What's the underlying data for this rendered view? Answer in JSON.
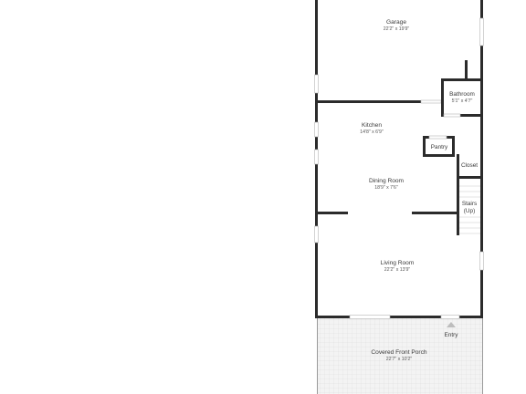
{
  "colors": {
    "wall": "#2b2b2b",
    "background": "#ffffff",
    "porch_fill": "#f2f2f2",
    "window": "#b4b4b4"
  },
  "icons": {
    "entry": "entry-arrow-icon"
  },
  "rooms": {
    "garage": {
      "name": "Garage",
      "dims": "22'2\" x 19'9\""
    },
    "bathroom": {
      "name": "Bathroom",
      "dims": "5'1\" x 4'7\""
    },
    "kitchen": {
      "name": "Kitchen",
      "dims": "14'8\" x 6'9\""
    },
    "pantry": {
      "name": "Pantry"
    },
    "closet": {
      "name": "Closet"
    },
    "dining": {
      "name": "Dining Room",
      "dims": "18'9\" x 7'6\""
    },
    "stairs": {
      "name_line1": "Stairs",
      "name_line2": "(Up)"
    },
    "living": {
      "name": "Living Room",
      "dims": "22'2\" x 13'9\""
    },
    "entry": {
      "name": "Entry"
    },
    "porch": {
      "name": "Covered Front Porch",
      "dims": "22'7\" x 10'2\""
    }
  }
}
